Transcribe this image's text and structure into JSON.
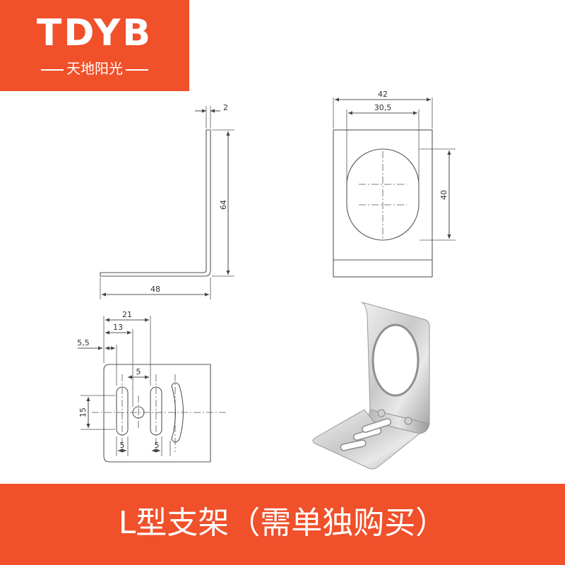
{
  "brand": {
    "name": "TDYB",
    "subtitle": "天地阳光"
  },
  "side_view": {
    "dim_thickness": "2",
    "dim_height": "64",
    "dim_width": "48"
  },
  "front_view": {
    "dim_outer_width": "42",
    "dim_hole_width": "30,5",
    "dim_hole_height": "40"
  },
  "base_view": {
    "dim_21": "21",
    "dim_13": "13",
    "dim_5_5": "5,5",
    "dim_15": "15",
    "dim_5_top": "5",
    "dim_5_bottom_left": "5",
    "dim_5_bottom_right": "5"
  },
  "footer": {
    "title": "L型支架（需单独购买）"
  },
  "colors": {
    "accent": "#f0502a",
    "line": "#555555"
  }
}
